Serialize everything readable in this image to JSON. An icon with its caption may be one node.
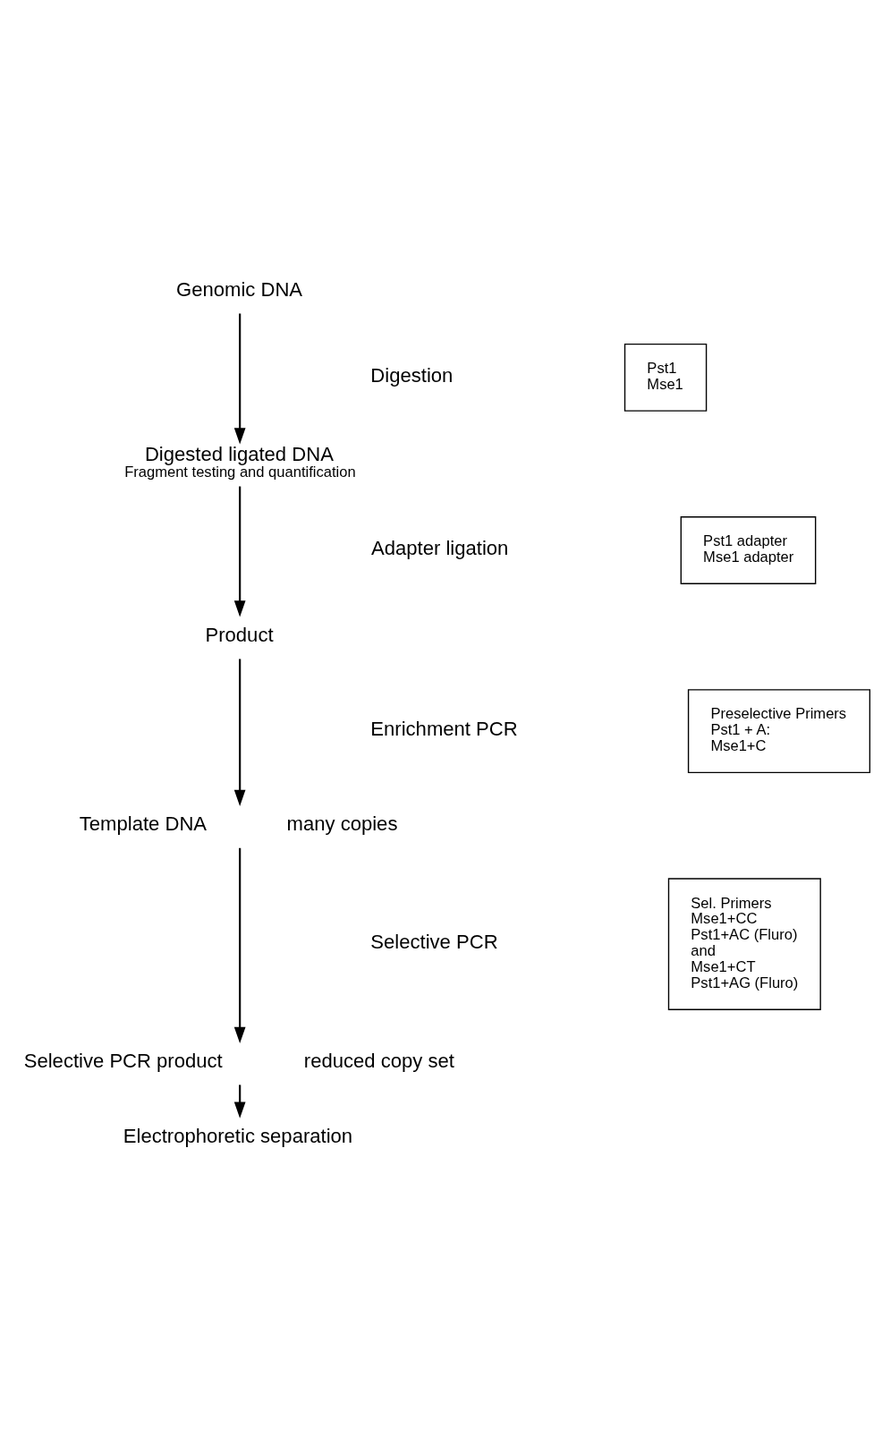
{
  "diagram": {
    "nodes": [
      {
        "text": [
          "Genomic DNA"
        ]
      },
      {
        "text": [
          "Digested ligated DNA",
          "Fragment testing and quantification"
        ]
      },
      {
        "text": [
          "Product"
        ]
      },
      {
        "text": [
          "Template DNA"
        ],
        "beside": [
          "many copies"
        ]
      },
      {
        "text": [
          "Selective PCR product"
        ],
        "beside": [
          "reduced copy set"
        ]
      },
      {
        "text": [
          "Electrophoretic separation"
        ]
      },
      {
        "text": [
          "Pst1",
          "Mse1"
        ]
      },
      {
        "text": [
          "Pst1 adapter",
          "Mse1 adapter"
        ]
      },
      {
        "text": [
          "Preselective Primers",
          "Pst1 + A:",
          "Mse1+C"
        ]
      },
      {
        "text": [
          "Sel. Primers",
          "Mse1+CC",
          "Pst1+AC (Fluro)",
          "and",
          "Mse1+CT",
          "Pst1+AG (Fluro)"
        ]
      }
    ],
    "edges": [
      {
        "from": 0,
        "to": 1,
        "arrow": "to"
      },
      {
        "from": 1,
        "to": 2,
        "arrow": "to"
      },
      {
        "from": 2,
        "to": 3,
        "arrow": "to"
      },
      {
        "from": 3,
        "to": 4,
        "arrow": "to"
      },
      {
        "from": 4,
        "to": 5,
        "arrow": "to"
      }
    ],
    "labels": [
      "Digestion",
      "Adapter ligation",
      "Enrichment PCR",
      "Selective PCR"
    ]
  }
}
